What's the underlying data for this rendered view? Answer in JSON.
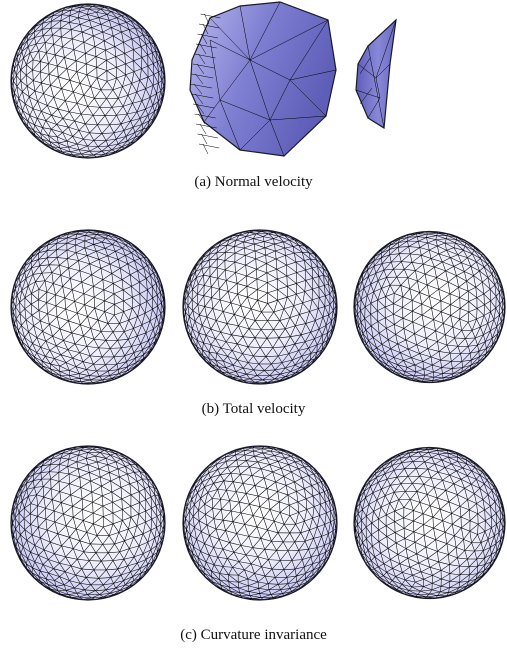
{
  "figure": {
    "panels": [
      {
        "caption": "(a) Normal velocity",
        "meshes": [
          {
            "shape": "sphere"
          },
          {
            "shape": "flattened-polyhedron"
          },
          {
            "shape": "sliver"
          }
        ]
      },
      {
        "caption": "(b) Total velocity",
        "meshes": [
          {
            "shape": "sphere"
          },
          {
            "shape": "sphere"
          },
          {
            "shape": "sphere"
          }
        ]
      },
      {
        "caption": "(c) Curvature invariance",
        "meshes": [
          {
            "shape": "sphere"
          },
          {
            "shape": "sphere"
          },
          {
            "shape": "sphere"
          }
        ]
      }
    ],
    "colors": {
      "mesh_fill_light": "#ffffff",
      "mesh_fill_mid": "#c9c9f3",
      "mesh_fill_dark": "#6f6fc6",
      "wire": "#000000"
    }
  }
}
